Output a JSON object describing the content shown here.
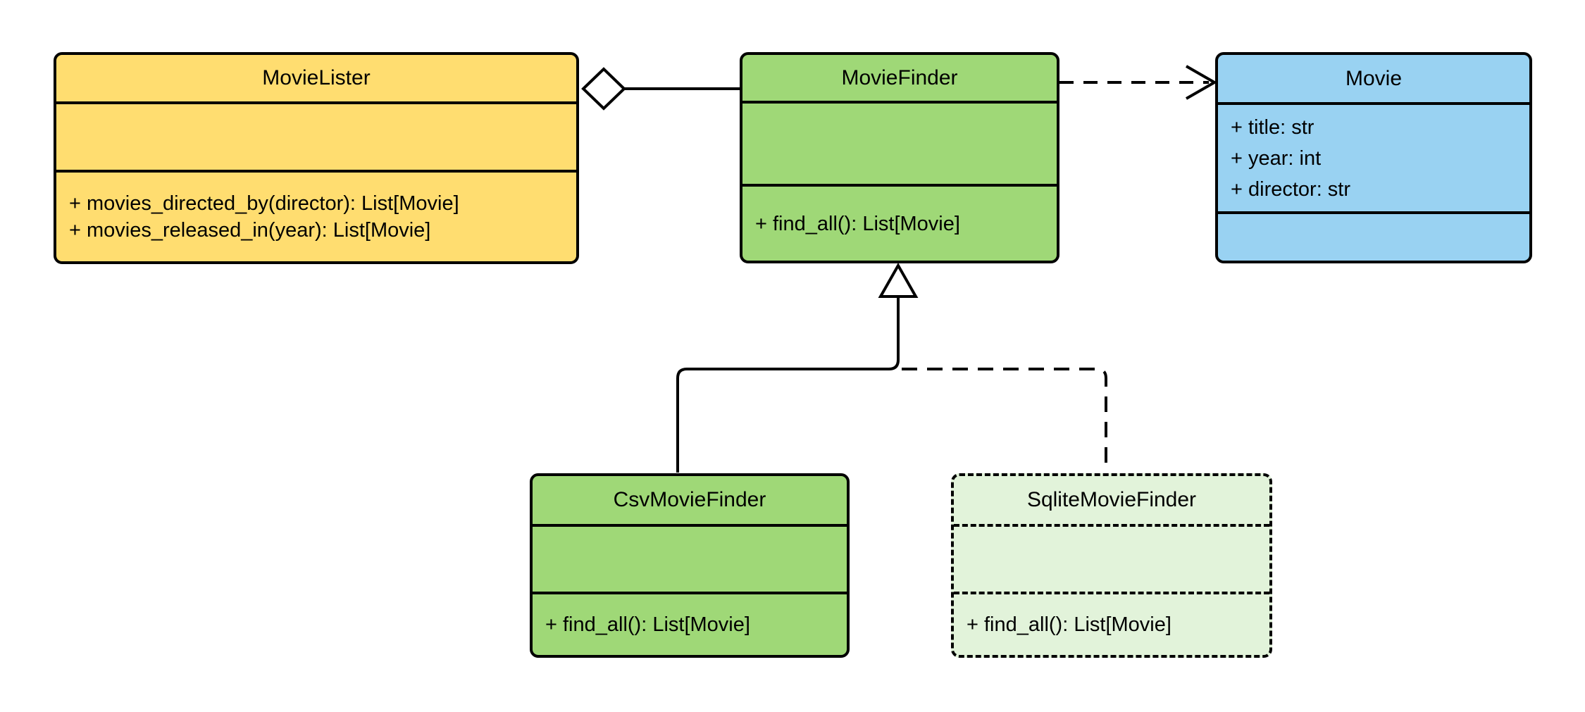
{
  "diagram": {
    "type": "uml-class-diagram",
    "background_color": "#FFFFFF",
    "line_color": "#000000",
    "classes": [
      {
        "name": "MovieLister",
        "fill": "#FFDD70",
        "border_style": "solid",
        "attributes": [],
        "methods": [
          "+ movies_directed_by(director): List[Movie]",
          "+ movies_released_in(year): List[Movie]"
        ]
      },
      {
        "name": "MovieFinder",
        "fill": "#9FD877",
        "border_style": "solid",
        "attributes": [],
        "methods": [
          "+ find_all(): List[Movie]"
        ]
      },
      {
        "name": "Movie",
        "fill": "#99D2F2",
        "border_style": "solid",
        "attributes": [
          "+ title: str",
          "+ year: int",
          "+ director: str"
        ],
        "methods": []
      },
      {
        "name": "CsvMovieFinder",
        "fill": "#9FD877",
        "border_style": "solid",
        "attributes": [],
        "methods": [
          "+ find_all(): List[Movie]"
        ]
      },
      {
        "name": "SqliteMovieFinder",
        "fill": "#E2F3DA",
        "border_style": "dashed",
        "attributes": [],
        "methods": [
          "+ find_all(): List[Movie]"
        ]
      }
    ],
    "relationships": [
      {
        "type": "aggregation",
        "from": "MovieLister",
        "to": "MovieFinder",
        "line": "solid",
        "marker": "hollow-diamond-at-source"
      },
      {
        "type": "dependency",
        "from": "MovieFinder",
        "to": "Movie",
        "line": "dashed",
        "marker": "open-arrow-at-target"
      },
      {
        "type": "generalization",
        "from": "CsvMovieFinder",
        "to": "MovieFinder",
        "line": "solid",
        "marker": "hollow-triangle-at-target"
      },
      {
        "type": "generalization",
        "from": "SqliteMovieFinder",
        "to": "MovieFinder",
        "line": "dashed",
        "marker": "hollow-triangle-at-target"
      }
    ]
  }
}
